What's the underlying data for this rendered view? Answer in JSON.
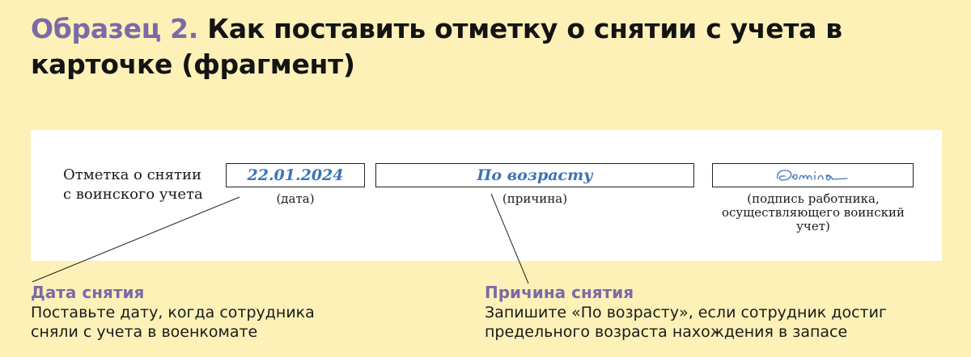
{
  "title": {
    "sample": "Образец 2.",
    "text": "Как поставить отметку о снятии с учета в карточке (фрагмент)"
  },
  "form": {
    "label_line1": "Отметка о снятии",
    "label_line2": "с воинского учета",
    "date_value": "22.01.2024",
    "date_caption": "(дата)",
    "reason_value": "По возрасту",
    "reason_caption": "(причина)",
    "signature_value": "Дёмина",
    "signature_caption_line1": "(подпись работника,",
    "signature_caption_line2": "осуществляющего воинский",
    "signature_caption_line3": "учет)"
  },
  "callouts": {
    "date": {
      "title": "Дата снятия",
      "line1": "Поставьте дату, когда сотрудника",
      "line2": "сняли с учета в военкомате"
    },
    "reason": {
      "title": "Причина снятия",
      "line1": "Запишите «По возрасту», если сотрудник достиг",
      "line2": "предельного возраста нахождения в запасе"
    }
  },
  "colors": {
    "background": "#fdf1b8",
    "accent": "#7b6aa8",
    "handwriting": "#3d73b6"
  }
}
